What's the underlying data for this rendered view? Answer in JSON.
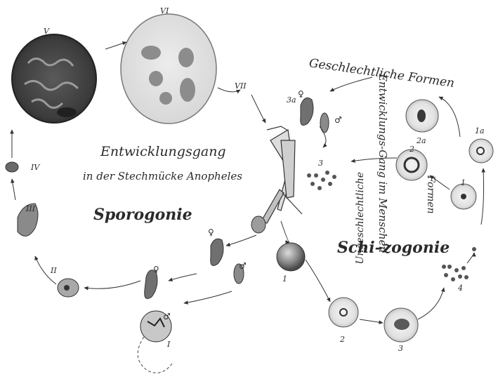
{
  "roman_labels": [
    "V",
    "VI",
    "VII",
    "IV",
    "III",
    "II",
    "I"
  ],
  "numerals": [
    "3a",
    "2a",
    "1a",
    "2",
    "1",
    "3",
    "1",
    "2",
    "3",
    "4"
  ],
  "sex_symbols": {
    "female": "♀",
    "male": "♂"
  },
  "title_line1": "Entwicklungsgang",
  "title_line2": "in der Stechmücke Anopheles",
  "sporogonie": "Sporogonie",
  "schizogonie": "Schi–zogonie",
  "geschlechtliche_formen": "Geschlechtliche Formen",
  "entwicklungsgang_vert": "Entwicklungs-Gang im Menschen",
  "ungeschlechtliche_vert": "Ungeschlechtliche",
  "formen_vert": "Formen"
}
